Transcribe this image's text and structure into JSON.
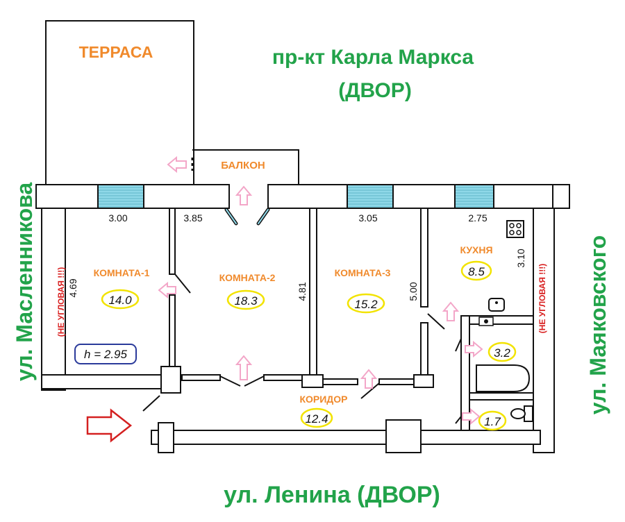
{
  "labels": {
    "terrace": "ТЕРРАСА",
    "balcony": "БАЛКОН",
    "top_street_line1": "пр-кт Карла Маркса",
    "top_street_line2": "(ДВОР)",
    "bottom_street": "ул. Ленина (ДВОР)",
    "left_street": "ул. Масленникова",
    "right_street": "ул. Маяковского",
    "not_corner": "(НЕ УГЛОВАЯ !!!)",
    "ceiling_height": "h = 2.95"
  },
  "rooms": [
    {
      "name": "КОМНАТА-1",
      "area": "14.0"
    },
    {
      "name": "КОМНАТА-2",
      "area": "18.3"
    },
    {
      "name": "КОМНАТА-3",
      "area": "15.2"
    },
    {
      "name": "КУХНЯ",
      "area": "8.5"
    },
    {
      "name": "КОРИДОР",
      "area": "12.4"
    }
  ],
  "wet_rooms": {
    "bathroom_area": "3.2",
    "toilet_area": "1.7"
  },
  "dimensions": {
    "room1_width": "3.00",
    "room2_width": "3.85",
    "room3_width": "3.05",
    "kitchen_width": "2.75",
    "room1_depth": "4.69",
    "room2_depth": "4.81",
    "room3_depth": "5.00",
    "kitchen_depth": "3.10"
  },
  "colors": {
    "street_text": "#22a34a",
    "room_text": "#f08a2c",
    "note_text": "#d81e1e",
    "entrance_arrow": "#d42020",
    "door_arrow": "#f3a6c8",
    "area_circle": "#f2e300",
    "height_box": "#2a3a9a",
    "window_fill": "#8fd8e8"
  }
}
